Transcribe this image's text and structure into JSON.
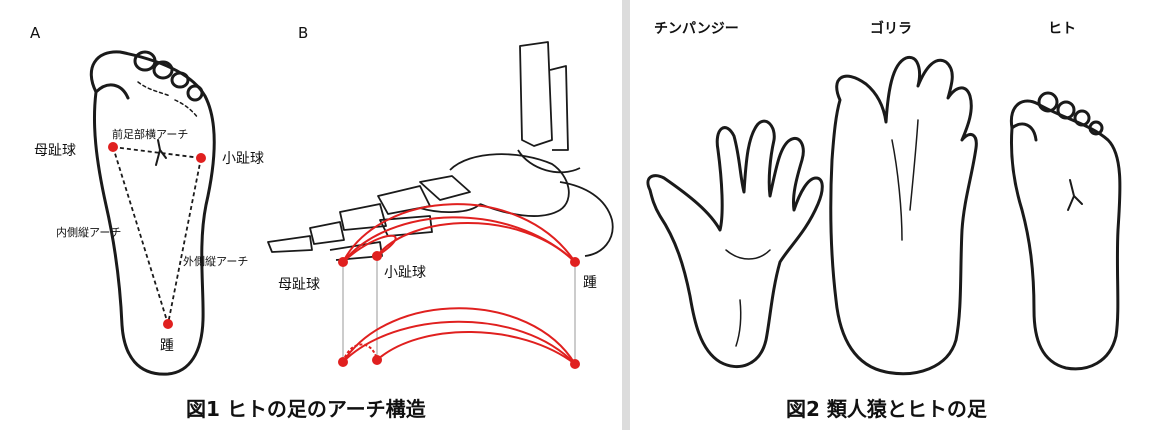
{
  "figure1": {
    "panel_a": "A",
    "panel_b": "B",
    "a_labels": {
      "big_toe_ball": "母趾球",
      "forefoot_arch": "前足部横アーチ",
      "little_toe_ball": "小趾球",
      "medial_arch": "内側縦アーチ",
      "lateral_arch": "外側縦アーチ",
      "heel": "踵"
    },
    "b_labels": {
      "big_toe_ball": "母趾球",
      "little_toe_ball": "小趾球",
      "heel": "踵"
    },
    "caption": "図1 ヒトの足のアーチ構造"
  },
  "figure2": {
    "species": [
      "チンパンジー",
      "ゴリラ",
      "ヒト"
    ],
    "caption": "図2 類人猿とヒトの足"
  },
  "colors": {
    "accent": "#e0201f",
    "line": "#1a1a1a",
    "divider": "#dcdcdc"
  }
}
